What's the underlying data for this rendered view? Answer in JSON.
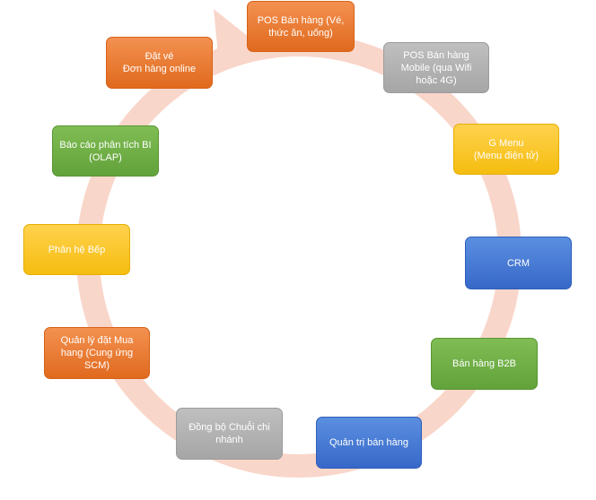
{
  "diagram": {
    "ring_color": "#f9d6ca",
    "nodes": [
      {
        "id": "pos",
        "lines": [
          "POS Bán hàng (Vé,",
          "thức ăn, uống)"
        ],
        "color": "orange"
      },
      {
        "id": "pos-mobile",
        "lines": [
          "POS Bán hàng",
          "Mobile (qua Wifi",
          "hoặc 4G)"
        ],
        "color": "gray"
      },
      {
        "id": "g-menu",
        "lines": [
          "G Menu",
          "(Menu điện tử)"
        ],
        "color": "yellow"
      },
      {
        "id": "crm",
        "lines": [
          "CRM"
        ],
        "color": "blue"
      },
      {
        "id": "b2b",
        "lines": [
          "Bán hàng B2B"
        ],
        "color": "green"
      },
      {
        "id": "admin",
        "lines": [
          "Quản trị bán hàng"
        ],
        "color": "blue"
      },
      {
        "id": "sync",
        "lines": [
          "Đồng bộ Chuỗi chi",
          "nhánh"
        ],
        "color": "gray"
      },
      {
        "id": "scm",
        "lines": [
          "Quản lý đặt Mua",
          "hang (Cung ứng",
          "SCM)"
        ],
        "color": "orange"
      },
      {
        "id": "kitchen",
        "lines": [
          "Phân hệ Bếp"
        ],
        "color": "yellow"
      },
      {
        "id": "bi",
        "lines": [
          "Báo cáo phân tích BI",
          "(OLAP)"
        ],
        "color": "green"
      },
      {
        "id": "booking",
        "lines": [
          "Đặt vé",
          "Đơn hàng online"
        ],
        "color": "orange"
      }
    ]
  }
}
